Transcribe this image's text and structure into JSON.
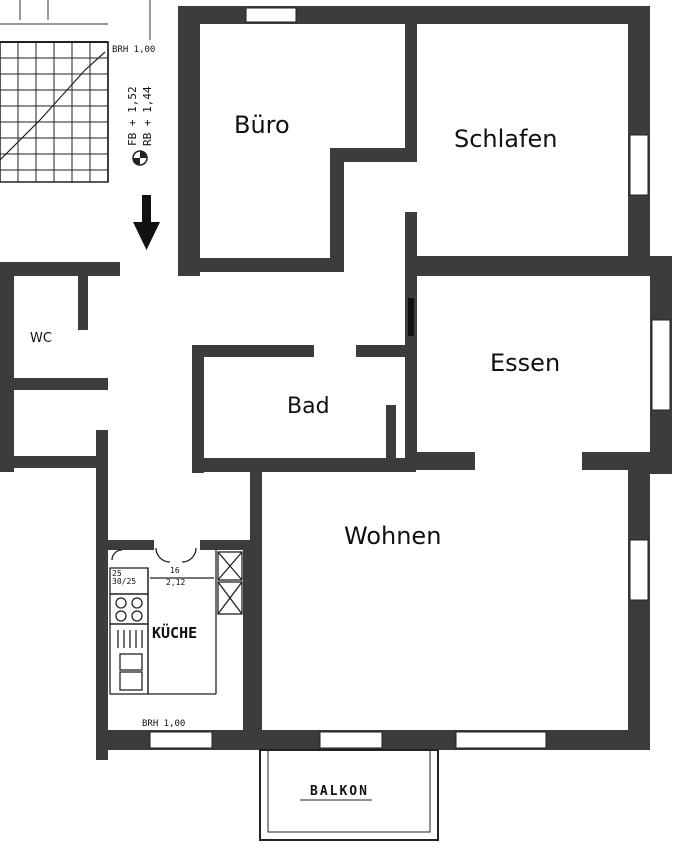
{
  "rooms": {
    "buero": "Büro",
    "schlafen": "Schlafen",
    "essen": "Essen",
    "bad": "Bad",
    "wohnen": "Wohnen",
    "wc": "WC",
    "kueche": "KÜCHE",
    "balkon": "BALKON"
  },
  "annotations": {
    "brh_top": "BRH 1,00",
    "fb": "FB + 1,52",
    "rb": "RB + 1,44",
    "brh_bottom": "BRH 1,00",
    "kueche_dim1": "25",
    "kueche_dim2": "30/25",
    "kueche_dim3": "2,12",
    "kueche_dim4": "16"
  }
}
